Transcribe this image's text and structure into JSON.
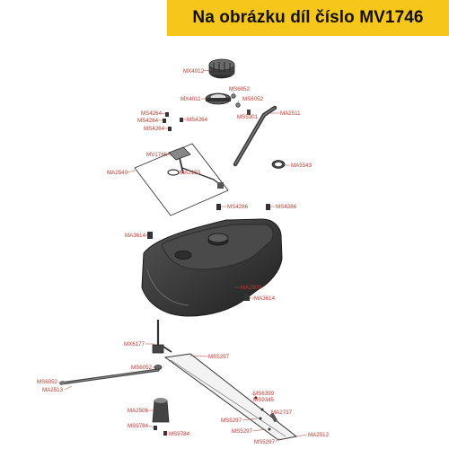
{
  "header": {
    "title": "Na obrázku díl číslo MV1746"
  },
  "colors": {
    "banner": "#f7c61b",
    "label": "#c0392b",
    "part_stroke": "#2b2b2b"
  },
  "labels": {
    "mx4012": "MX4012",
    "ms6052_a": "MS6052",
    "mx4011": "MX4011",
    "ms6052_b": "MS6052",
    "ms4264_a": "MS4264",
    "ms4264_b": "MS4264",
    "ms4264_c": "MS4264",
    "ms5301": "MS5301",
    "ma2511": "MA2511",
    "ms4264_d": "MS4264",
    "mv1746": "MV1746",
    "ma2549": "MA2549",
    "ma2103": "MA2103",
    "ma5543": "MA5543",
    "ms4286_a": "MS4286",
    "ms4286_b": "MS4286",
    "ma3614_a": "MA3614",
    "ma2509": "MA2509",
    "ma3614_b": "MA3614",
    "mx6177": "MX6177",
    "ms5297_a": "MS5297",
    "ms6052_c": "MS6052",
    "ms6052_d": "MS6052",
    "ma2513": "MA2513",
    "ms6399": "MS6399",
    "ms9345": "MS9345",
    "ma2506": "MA2506",
    "ma2737": "MA2737",
    "ms5297_b": "MS5297",
    "ms9784_a": "MS9784",
    "ms5297_c": "MS5297",
    "ms9784_b": "MS9784",
    "ms5297_d": "MS5297",
    "ma2512": "MA2512"
  }
}
